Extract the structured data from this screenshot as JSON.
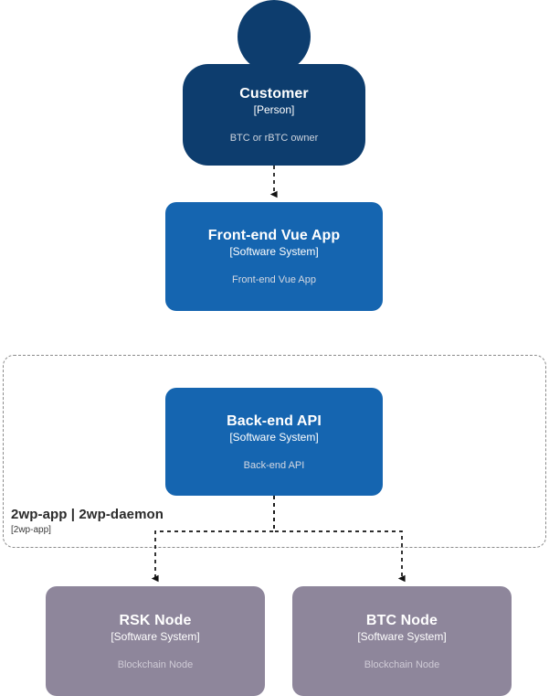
{
  "diagram": {
    "kind": "c4-context-diagram",
    "background": "#ffffff",
    "colors": {
      "person": "#0D3D6E",
      "software_system": "#1565B0",
      "external_node": "#8E869B",
      "boundary_border": "#8b8b8b",
      "relationship": "#1a1a1a",
      "text_primary": "#ffffff",
      "text_description": "#d5d9e2",
      "boundary_text": "#2b2b2b"
    }
  },
  "nodes": {
    "customer": {
      "title": "Customer",
      "type": "[Person]",
      "description": "BTC or rBTC owner",
      "shape": "person"
    },
    "frontend": {
      "title": "Front-end Vue App",
      "type": "[Software System]",
      "description": "Front-end Vue App",
      "shape": "rounded-box"
    },
    "backend": {
      "title": "Back-end API",
      "type": "[Software System]",
      "description": "Back-end API",
      "shape": "rounded-box"
    },
    "rsk_node": {
      "title": "RSK Node",
      "type": "[Software System]",
      "description": "Blockchain Node",
      "shape": "rounded-box"
    },
    "btc_node": {
      "title": "BTC Node",
      "type": "[Software System]",
      "description": "Blockchain Node",
      "shape": "rounded-box"
    }
  },
  "boundary": {
    "title": "2wp-app | 2wp-daemon",
    "type": "[2wp-app]"
  },
  "relationships": [
    {
      "name": "customer-to-frontend",
      "from": "customer",
      "to": "frontend",
      "style": "dashed",
      "arrowhead": "filled"
    },
    {
      "name": "backend-to-rsk-node",
      "from": "backend",
      "to": "rsk_node",
      "style": "dashed",
      "arrowhead": "filled"
    },
    {
      "name": "backend-to-btc-node",
      "from": "backend",
      "to": "btc_node",
      "style": "dashed",
      "arrowhead": "filled"
    }
  ]
}
